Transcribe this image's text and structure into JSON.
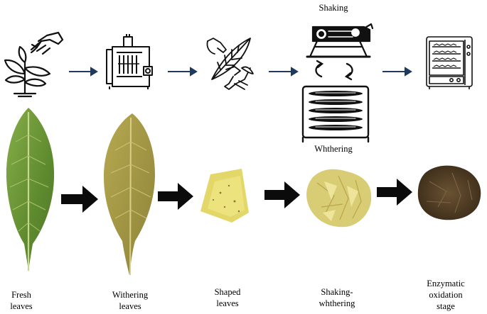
{
  "top_labels": {
    "shaking": "Shaking",
    "withering": "Whthering"
  },
  "stages": [
    {
      "id": "fresh",
      "line1": "Fresh",
      "line2": "leaves",
      "line3": ""
    },
    {
      "id": "withering",
      "line1": "Withering",
      "line2": "leaves",
      "line3": ""
    },
    {
      "id": "shaped",
      "line1": "Shaped",
      "line2": "leaves",
      "line3": ""
    },
    {
      "id": "shaking",
      "line1": "Shaking-",
      "line2": "whthering",
      "line3": ""
    },
    {
      "id": "enzymatic",
      "line1": "Enzymatic",
      "line2": "oxidation",
      "line3": "stage"
    }
  ],
  "icons": [
    "hand-plant-icon",
    "withering-machine-icon",
    "hand-shaping-leaf-icon",
    "shaking-drum-icon",
    "withering-rack-icon",
    "oven-icon"
  ],
  "colors": {
    "arrow_blue": "#1f3a5f",
    "arrow_black": "#0b0b0b",
    "fresh_leaf": "#6f9a3a",
    "withered_leaf": "#a79a45",
    "shaped_leaf": "#e2d66a",
    "shaken_leaf": "#dcd07a",
    "oxidized_leaf": "#4c3a22"
  }
}
